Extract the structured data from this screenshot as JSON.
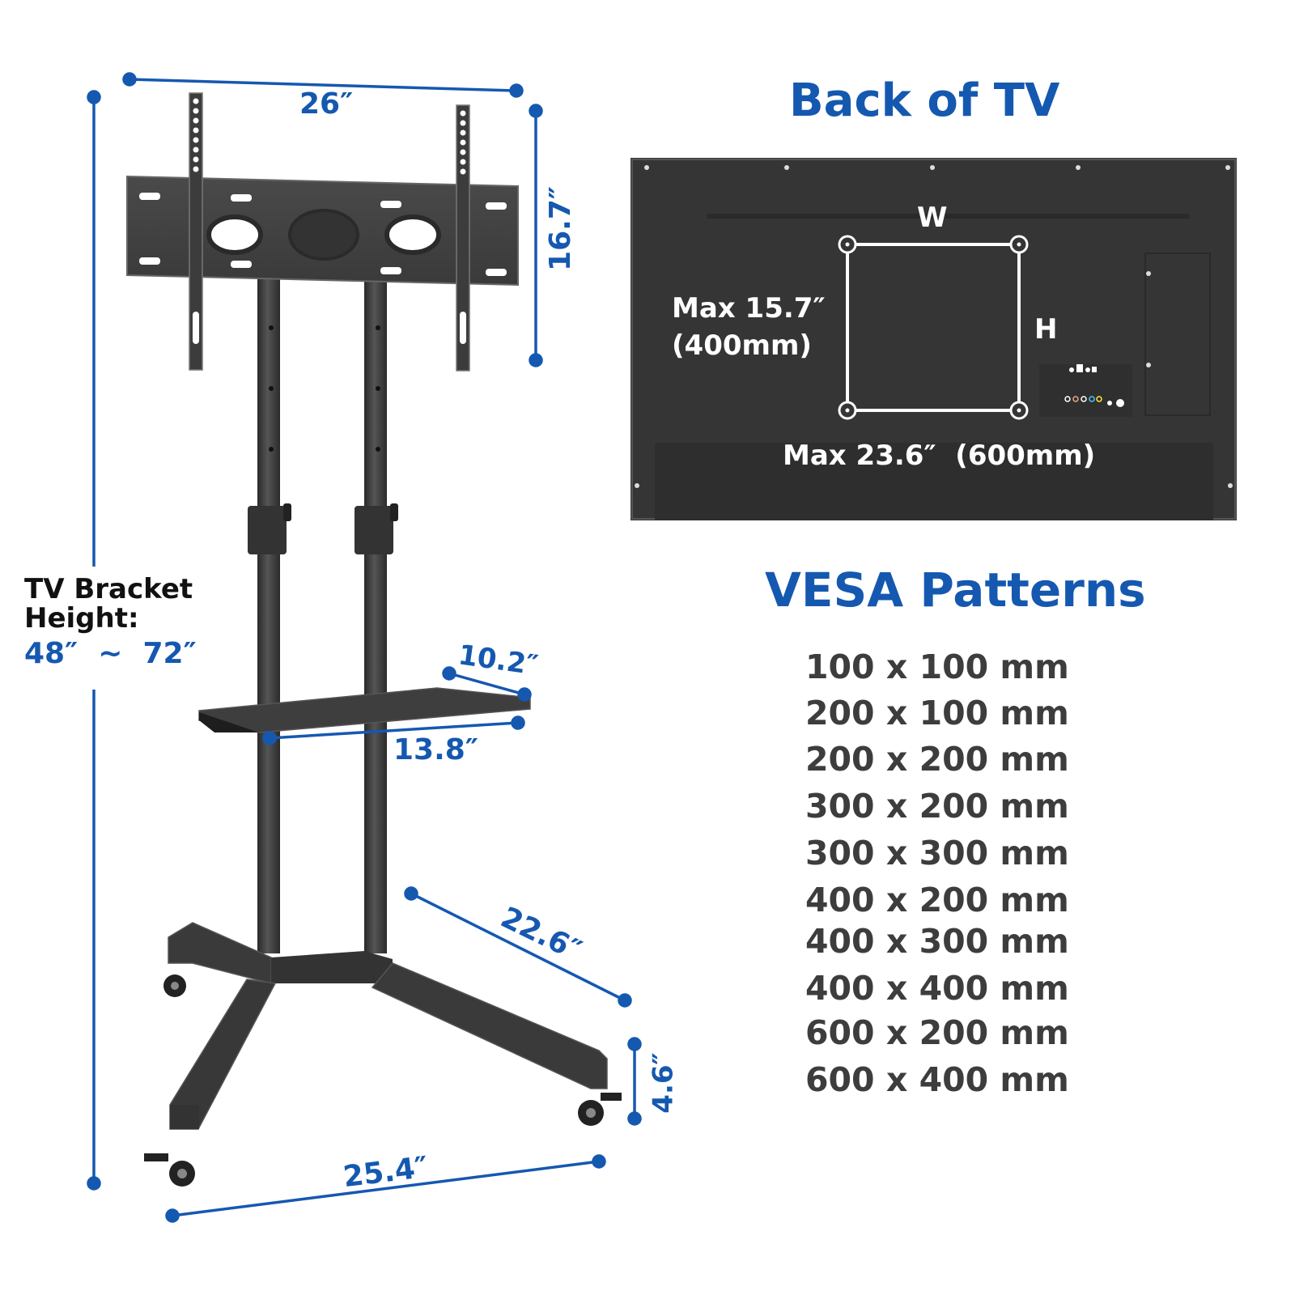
{
  "colors": {
    "accent": "#1558b0",
    "text_dark": "#3d3d3d",
    "label_black": "#111111",
    "tv_back": "#353535",
    "stand_metal": "#3a3a3a"
  },
  "stand": {
    "dimensions": {
      "bracket_width": "26″",
      "bracket_height": "16.7″",
      "shelf_depth": "10.2″",
      "shelf_width": "13.8″",
      "base_depth": "22.6″",
      "base_height": "4.6″",
      "base_width": "25.4″"
    },
    "height_label": {
      "line1": "TV Bracket",
      "line2": "Height:",
      "range": "48″  ~  72″"
    }
  },
  "back_of_tv": {
    "title": "Back of TV",
    "w_label": "W",
    "h_label": "H",
    "max_height_line1": "Max 15.7″",
    "max_height_line2": "(400mm)",
    "max_width": "Max 23.6″  (600mm)"
  },
  "vesa": {
    "title": "VESA Patterns",
    "patterns": [
      "100 x 100 mm",
      "200 x 100 mm",
      "200 x 200 mm",
      "300 x 200 mm",
      "300 x 300 mm",
      "400 x 200 mm",
      "400 x 300 mm",
      "400 x 400 mm",
      "600 x 200 mm",
      "600 x 400 mm"
    ]
  }
}
